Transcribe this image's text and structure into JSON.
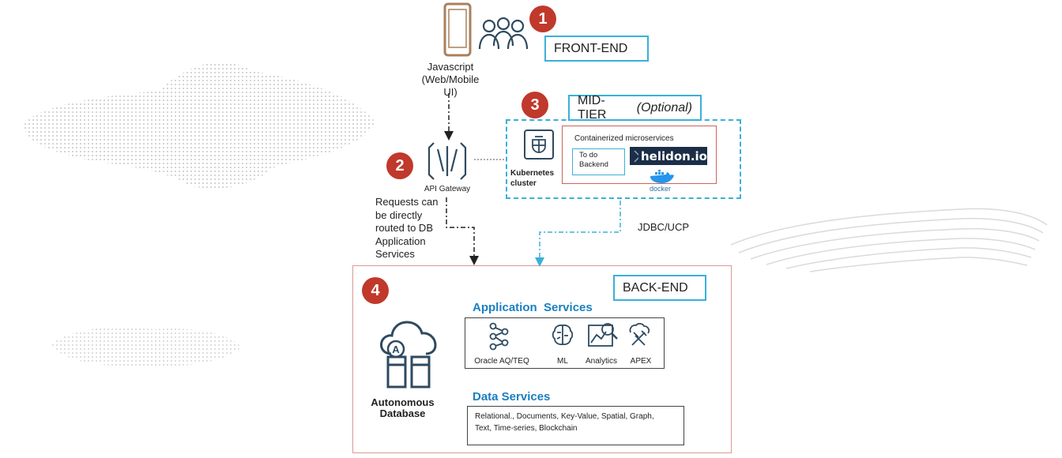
{
  "front_end": {
    "badge": "1",
    "label": "FRONT-END",
    "client_caption_1": "Javascript",
    "client_caption_2": "(Web/Mobile UI)"
  },
  "gateway": {
    "badge": "2",
    "caption": "API Gateway",
    "note": [
      "Requests can",
      "be directly",
      "routed to DB",
      "Application",
      "Services"
    ]
  },
  "mid_tier": {
    "badge": "3",
    "label": "MID-TIER",
    "label_suffix": "(Optional)",
    "cluster_caption_1": "Kubernetes",
    "cluster_caption_2": "cluster",
    "containers_title": "Containerized microservices",
    "service_1": "To do",
    "service_2": "Backend",
    "helidon": "helidon.io",
    "docker": "docker",
    "connection": "JDBC/UCP"
  },
  "back_end": {
    "badge": "4",
    "label": "BACK-END",
    "db_caption_1": "Autonomous",
    "db_caption_2": "Database",
    "app_services_title": "Application  Services",
    "app_services": [
      "Oracle AQ/TEQ",
      "ML",
      "Analytics",
      "APEX"
    ],
    "data_services_title": "Data Services",
    "data_services_1": "Relational., Documents, Key-Value, Spatial, Graph,",
    "data_services_2": "Text, Time-series, Blockchain"
  },
  "colors": {
    "badge": "#c0392b",
    "accent_blue": "#3ab0d9",
    "heading_blue": "#1a7fc1",
    "backend_border": "#d99a93"
  }
}
